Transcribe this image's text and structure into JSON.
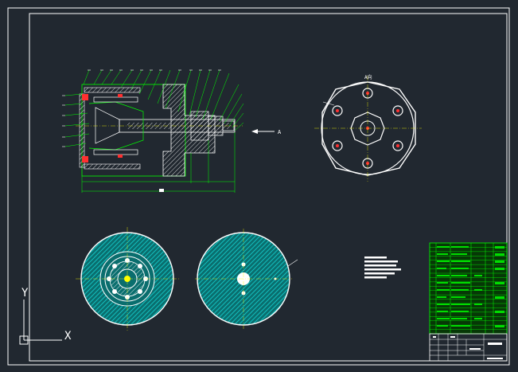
{
  "colors": {
    "background": "#212830",
    "frame": "#ffffff",
    "outline": "#00ff00",
    "hatch": "#00b0b0",
    "centerline": "#ffff00",
    "bolt": "#ff3030",
    "table_fill": "#00c000"
  },
  "section_view": {
    "direction_label": "A"
  },
  "top_view": {
    "title": "A向"
  },
  "ucs_icon": {
    "y_label": "Y",
    "x_label": "X"
  },
  "title_block": {
    "rows": 21
  }
}
